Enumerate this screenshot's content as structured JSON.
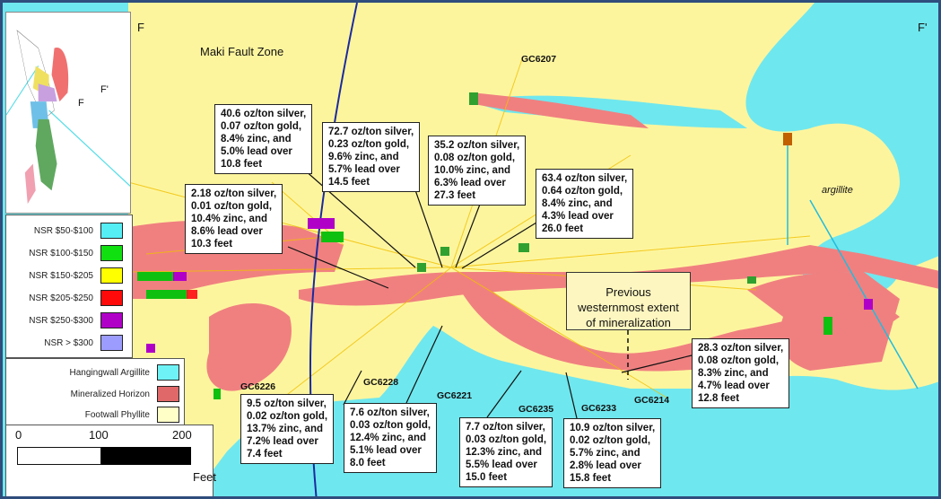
{
  "section_labels": {
    "left": "F",
    "right": "F'"
  },
  "map_labels": {
    "fault_zone": "Maki Fault Zone",
    "argillite": "argillite"
  },
  "drill_holes": [
    "GC6207",
    "GC6226",
    "GC6228",
    "GC6221",
    "GC6235",
    "GC6233",
    "GC6214"
  ],
  "callouts": [
    {
      "lines": [
        "40.6 oz/ton silver,",
        "0.07 oz/ton gold,",
        "8.4% zinc, and",
        "5.0% lead over",
        "10.8 feet"
      ]
    },
    {
      "lines": [
        "72.7 oz/ton silver,",
        "0.23 oz/ton gold,",
        "9.6% zinc, and",
        "5.7% lead over",
        "14.5 feet"
      ]
    },
    {
      "lines": [
        "35.2 oz/ton silver,",
        "0.08 oz/ton gold,",
        "10.0% zinc, and",
        "6.3% lead over",
        "27.3 feet"
      ]
    },
    {
      "lines": [
        "63.4 oz/ton silver,",
        "0.64 oz/ton gold,",
        "8.4% zinc, and",
        "4.3% lead over",
        "26.0 feet"
      ]
    },
    {
      "lines": [
        "2.18 oz/ton silver,",
        "0.01 oz/ton gold,",
        "10.4% zinc, and",
        "8.6% lead over",
        "10.3 feet"
      ]
    },
    {
      "lines": [
        "28.3 oz/ton silver,",
        "0.08 oz/ton gold,",
        "8.3% zinc, and",
        "4.7% lead over",
        "12.8 feet"
      ]
    },
    {
      "lines": [
        "9.5 oz/ton silver,",
        "0.02 oz/ton gold,",
        "13.7% zinc, and",
        "7.2% lead over",
        "7.4 feet"
      ]
    },
    {
      "lines": [
        "7.6 oz/ton silver,",
        "0.03 oz/ton gold,",
        "12.4% zinc, and",
        "5.1% lead over",
        "8.0 feet"
      ]
    },
    {
      "lines": [
        "7.7 oz/ton silver,",
        "0.03 oz/ton gold,",
        "12.3% zinc, and",
        "5.5% lead over",
        "15.0 feet"
      ]
    },
    {
      "lines": [
        "10.9 oz/ton silver,",
        "0.02 oz/ton gold,",
        "5.7% zinc, and",
        "2.8% lead over",
        "15.8 feet"
      ]
    }
  ],
  "previous_extent": [
    "Previous",
    "westernmost extent",
    "of mineralization"
  ],
  "inset": {
    "section_label": "F",
    "section_label_end": "F'"
  },
  "nsr_legend": [
    {
      "label": "NSR $50-$100",
      "color": "#55eef5"
    },
    {
      "label": "NSR $100-$150",
      "color": "#10e010"
    },
    {
      "label": "NSR $150-$205",
      "color": "#ffff00"
    },
    {
      "label": "NSR $205-$250",
      "color": "#ff0a0a"
    },
    {
      "label": "NSR $250-$300",
      "color": "#b000c8"
    },
    {
      "label": "NSR > $300",
      "color": "#9c9cff"
    }
  ],
  "unit_legend": [
    {
      "label": "Hangingwall Argillite",
      "color": "#6ff2f5"
    },
    {
      "label": "Mineralized Horizon",
      "color": "#e06868"
    },
    {
      "label": "Footwall Phyllite",
      "color": "#ffffc8"
    }
  ],
  "scale": {
    "ticks": [
      "0",
      "100",
      "200"
    ],
    "unit": "Feet"
  }
}
